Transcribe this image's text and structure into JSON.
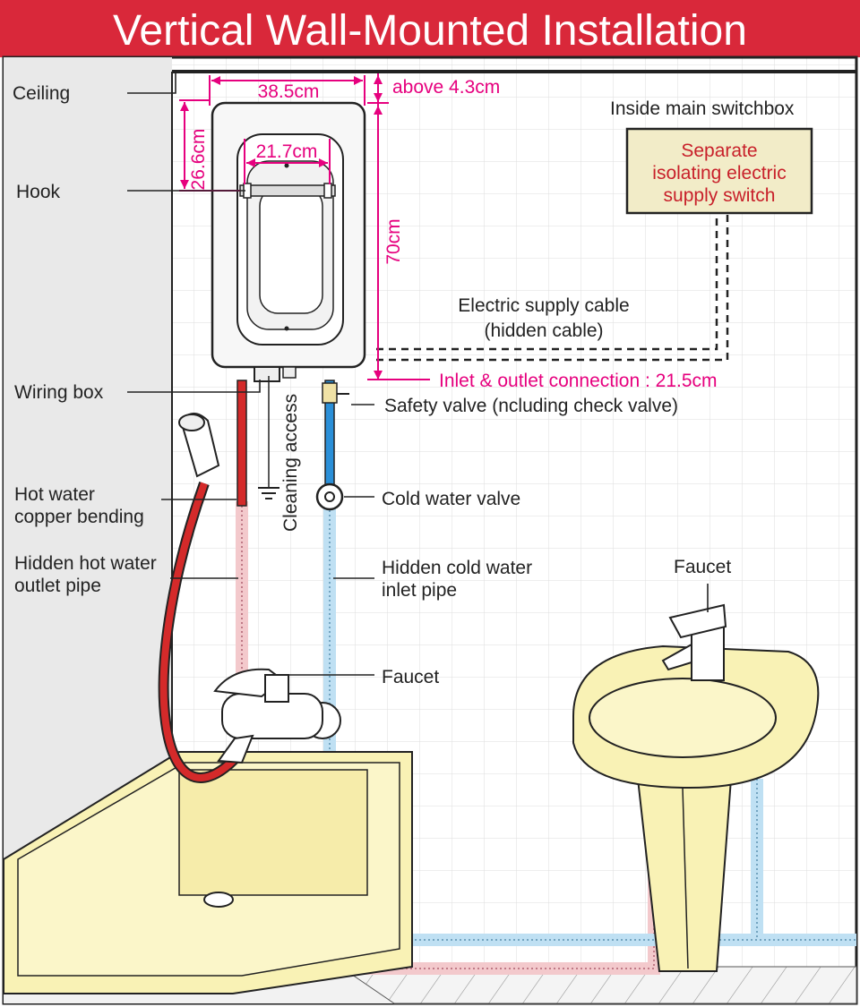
{
  "title": "Vertical Wall-Mounted Installation",
  "colors": {
    "title_bar": "#d9283a",
    "dimension": "#e6007e",
    "hot_pipe": "#d42a2a",
    "cold_pipe": "#2a8fd8",
    "hidden_hot": "#f3c9cc",
    "hidden_cold": "#bfe0f3",
    "fixture": "#f9f2b5",
    "switchbox": "#f2ecc8"
  },
  "labels": {
    "ceiling": "Ceiling",
    "hook": "Hook",
    "wiring_box": "Wiring box",
    "hot_water_bending_1": "Hot water",
    "hot_water_bending_2": "copper bending",
    "hidden_hot_1": "Hidden hot water",
    "hidden_hot_2": "outlet pipe",
    "cleaning_access": "Cleaning access",
    "switchbox_heading": "Inside main switchbox",
    "switch_1": "Separate",
    "switch_2": "isolating electric",
    "switch_3": "supply switch",
    "cable_1": "Electric supply cable",
    "cable_2": "(hidden cable)",
    "safety_valve": "Safety valve (ncluding check valve)",
    "cold_valve": "Cold water valve",
    "hidden_cold_1": "Hidden cold water",
    "hidden_cold_2": "inlet pipe",
    "faucet_shower": "Faucet",
    "faucet_basin": "Faucet"
  },
  "dimensions": {
    "width": "38.5cm",
    "above": "above 4.3cm",
    "hook_height": "26.6cm",
    "inner_width": "21.7cm",
    "height": "70cm",
    "connection": "Inlet & outlet connection : 21.5cm"
  }
}
